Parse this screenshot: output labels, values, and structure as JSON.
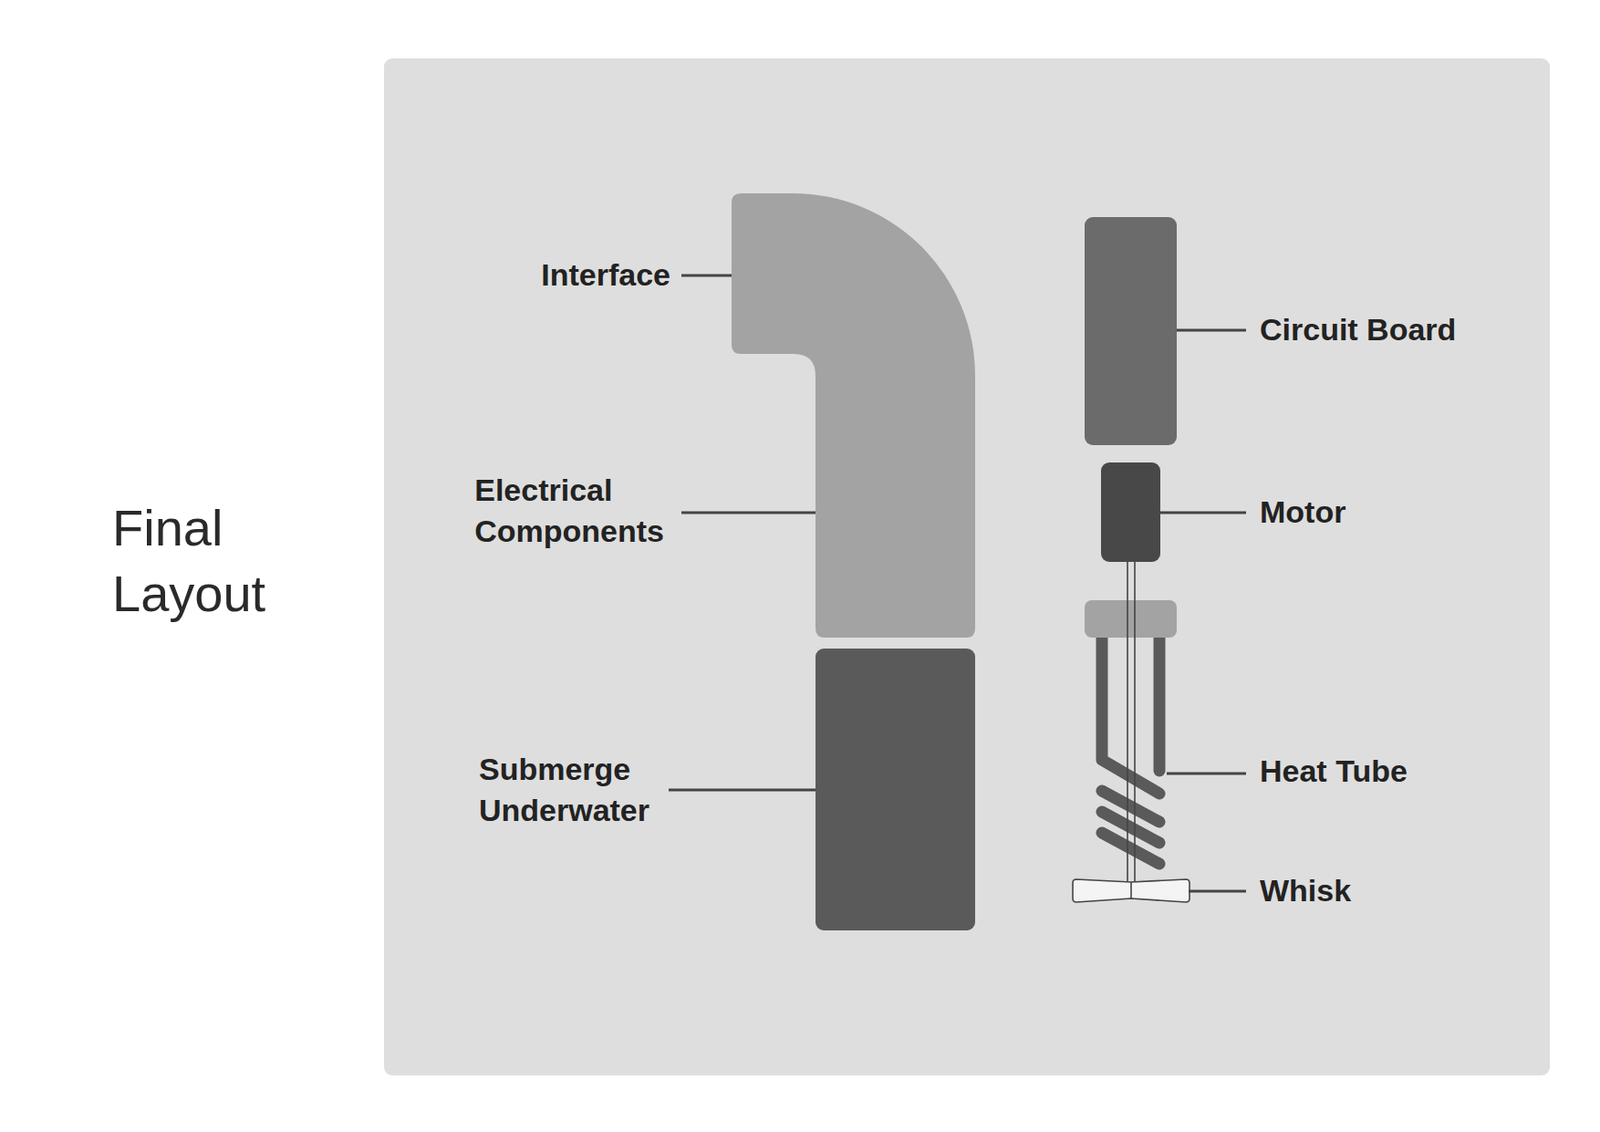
{
  "diagram": {
    "title": "Final Layout",
    "labels": [
      "Interface",
      "Electrical Components",
      "Submerge Underwater",
      "Circuit Board",
      "Motor",
      "Heat Tube",
      "Whisk"
    ]
  }
}
